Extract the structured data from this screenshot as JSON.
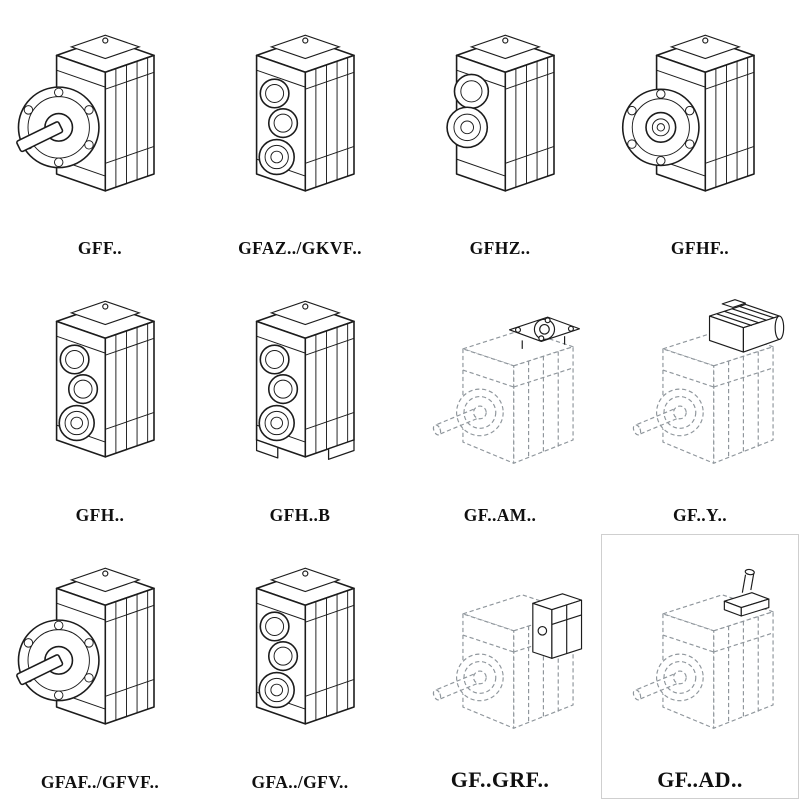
{
  "colors": {
    "background": "#ffffff",
    "ink": "#1c1c1c",
    "ghost": "#8f969c",
    "label": "#101010",
    "crop_border": "#cfcfcf"
  },
  "cells": [
    {
      "label": "GFF..",
      "drawing": "gearbox-flange-with-solid-shaft"
    },
    {
      "label": "GFAZ../GKVF..",
      "drawing": "gearbox-hollow-shaft"
    },
    {
      "label": "GFHZ..",
      "drawing": "gearbox-hollow-shaft-shrink-disc"
    },
    {
      "label": "GFHF..",
      "drawing": "gearbox-flange-hollow-shaft"
    },
    {
      "label": "GFH..",
      "drawing": "gearbox-hollow-shaft"
    },
    {
      "label": "GFH..B",
      "drawing": "gearbox-hollow-shaft-foot-mounted"
    },
    {
      "label": "GF..AM..",
      "drawing": "gearbox-with-iec-adapter-flange"
    },
    {
      "label": "GF..Y..",
      "drawing": "gearbox-with-mounted-motor"
    },
    {
      "label": "GFAF../GFVF..",
      "drawing": "gearbox-flange-with-solid-shaft"
    },
    {
      "label": "GFA../GFV..",
      "drawing": "gearbox-hollow-shaft"
    },
    {
      "label": "GF..GRF..",
      "drawing": "gearbox-with-primary-gear-unit"
    },
    {
      "label": "GF..AD..",
      "drawing": "gearbox-with-input-shaft-adapter"
    }
  ]
}
